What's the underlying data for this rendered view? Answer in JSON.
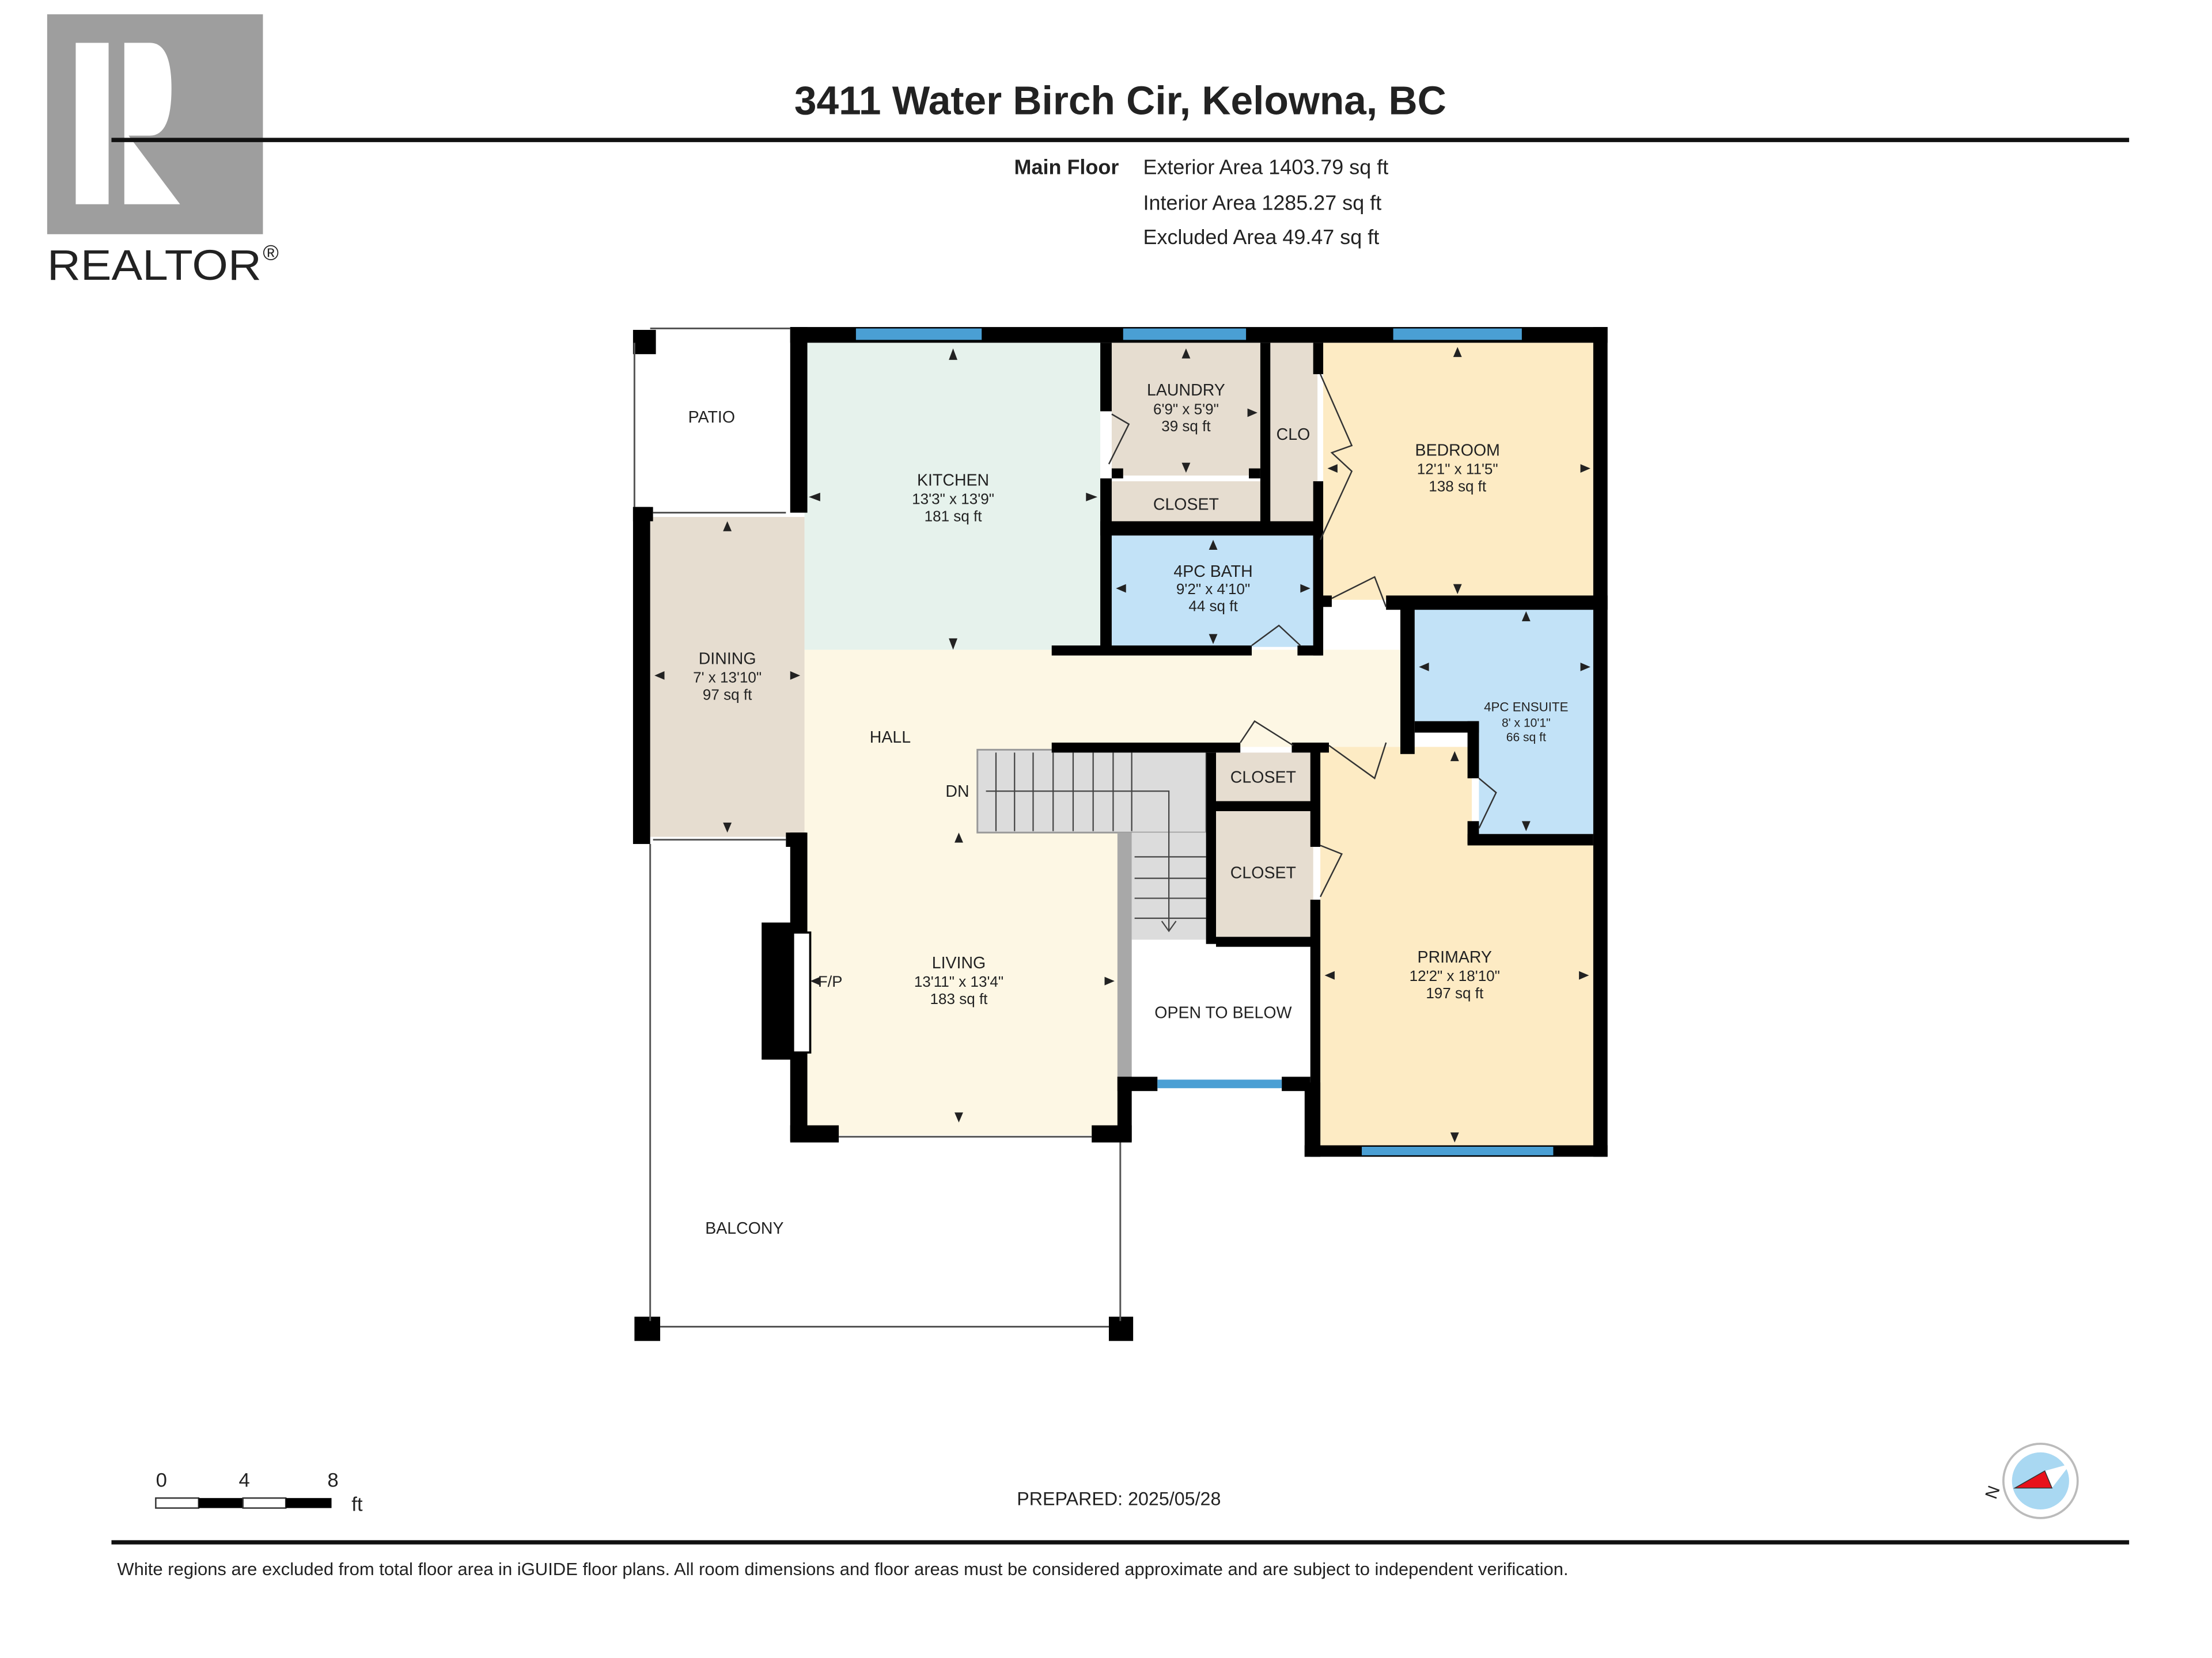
{
  "logo": {
    "mark": "R",
    "wordmark": "REALTOR",
    "registered": "®"
  },
  "header": {
    "title": "3411 Water Birch Cir, Kelowna, BC",
    "floor_label": "Main Floor",
    "areas": [
      "Exterior Area 1403.79 sq ft",
      "Interior Area 1285.27 sq ft",
      "Excluded Area 49.47 sq ft"
    ]
  },
  "rooms": {
    "patio": {
      "name": "PATIO"
    },
    "kitchen": {
      "name": "KITCHEN",
      "dims": "13'3\" x 13'9\"",
      "area": "181 sq ft"
    },
    "laundry": {
      "name": "LAUNDRY",
      "dims": "6'9\" x 5'9\"",
      "area": "39 sq ft"
    },
    "closet_laundry": {
      "name": "CLOSET"
    },
    "clo": {
      "name": "CLO"
    },
    "bedroom": {
      "name": "BEDROOM",
      "dims": "12'1\" x 11'5\"",
      "area": "138 sq ft"
    },
    "bath": {
      "name": "4PC BATH",
      "dims": "9'2\" x 4'10\"",
      "area": "44 sq ft"
    },
    "dining": {
      "name": "DINING",
      "dims": "7' x 13'10\"",
      "area": "97 sq ft"
    },
    "hall": {
      "name": "HALL"
    },
    "stairs": {
      "label": "DN"
    },
    "ensuite": {
      "name": "4PC ENSUITE",
      "dims": "8' x 10'1\"",
      "area": "66 sq ft"
    },
    "closet_upper": {
      "name": "CLOSET"
    },
    "closet_lower": {
      "name": "CLOSET"
    },
    "fireplace": {
      "label": "F/P"
    },
    "living": {
      "name": "LIVING",
      "dims": "13'11\" x 13'4\"",
      "area": "183 sq ft"
    },
    "open_to_below": {
      "name": "OPEN TO BELOW"
    },
    "primary": {
      "name": "PRIMARY",
      "dims": "12'2\" x 18'10\"",
      "area": "197 sq ft"
    },
    "balcony": {
      "name": "BALCONY"
    }
  },
  "scale_bar": {
    "ticks": [
      "0",
      "4",
      "8"
    ],
    "unit": "ft"
  },
  "prepared": "PREPARED: 2025/05/28",
  "compass": {
    "north_label": "N"
  },
  "footer": {
    "disclaimer": "White regions are excluded from total floor area in iGUIDE floor plans. All room dimensions and floor areas must be considered approximate and are subject to independent verification."
  },
  "colors": {
    "wall": "#000000",
    "window": "#4a9fd4",
    "kitchen": "#e6f2ec",
    "laundry_closet": "#e6ddd0",
    "bedroom": "#fdebc4",
    "bath": "#c2e2f7",
    "hall": "#fdf7e4",
    "stairs": "#dcdcdc",
    "logo_gray": "#9e9e9e",
    "compass_red": "#e8121b",
    "compass_blue": "#a9d8f2"
  }
}
